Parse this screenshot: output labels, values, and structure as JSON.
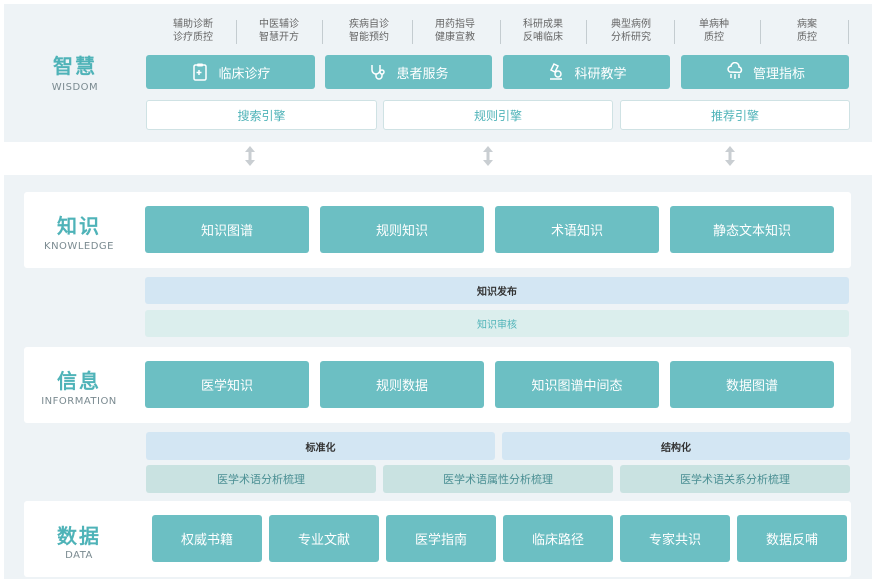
{
  "wisdom": {
    "title": "智慧",
    "subtitle": "WISDOM",
    "top_labels": [
      {
        "line1": "辅助诊断",
        "line2": "诊疗质控"
      },
      {
        "line1": "中医辅诊",
        "line2": "智慧开方"
      },
      {
        "line1": "疾病自诊",
        "line2": "智能预约"
      },
      {
        "line1": "用药指导",
        "line2": "健康宣教"
      },
      {
        "line1": "科研成果",
        "line2": "反哺临床"
      },
      {
        "line1": "典型病例",
        "line2": "分析研究"
      },
      {
        "line1": "单病种",
        "line2": "质控"
      },
      {
        "line1": "病案",
        "line2": "质控"
      }
    ],
    "categories": [
      {
        "label": "临床诊疗",
        "icon": "clipboard-icon"
      },
      {
        "label": "患者服务",
        "icon": "stethoscope-icon"
      },
      {
        "label": "科研教学",
        "icon": "microscope-icon"
      },
      {
        "label": "管理指标",
        "icon": "cloud-network-icon"
      }
    ],
    "engines": [
      "搜索引擎",
      "规则引擎",
      "推荐引擎"
    ]
  },
  "knowledge": {
    "title": "知识",
    "subtitle": "KNOWLEDGE",
    "items": [
      "知识图谱",
      "规则知识",
      "术语知识",
      "静态文本知识"
    ]
  },
  "knowledge_process": {
    "publish": "知识发布",
    "review": "知识审核"
  },
  "information": {
    "title": "信息",
    "subtitle": "INFORMATION",
    "items": [
      "医学知识",
      "规则数据",
      "知识图谱中间态",
      "数据图谱"
    ]
  },
  "information_process": {
    "standardize": "标准化",
    "structure": "结构化",
    "term_tasks": [
      "医学术语分析梳理",
      "医学术语属性分析梳理",
      "医学术语关系分析梳理"
    ]
  },
  "data": {
    "title": "数据",
    "subtitle": "DATA",
    "items": [
      "权威书籍",
      "专业文献",
      "医学指南",
      "临床路径",
      "专家共识",
      "数据反哺"
    ]
  },
  "colors": {
    "teal": "#6cbfc3",
    "title_teal": "#4fb3b8",
    "band_bg": "#eef3f6",
    "blue_bar": "#d3e6f3",
    "mint_bar": "#dbeeed"
  }
}
